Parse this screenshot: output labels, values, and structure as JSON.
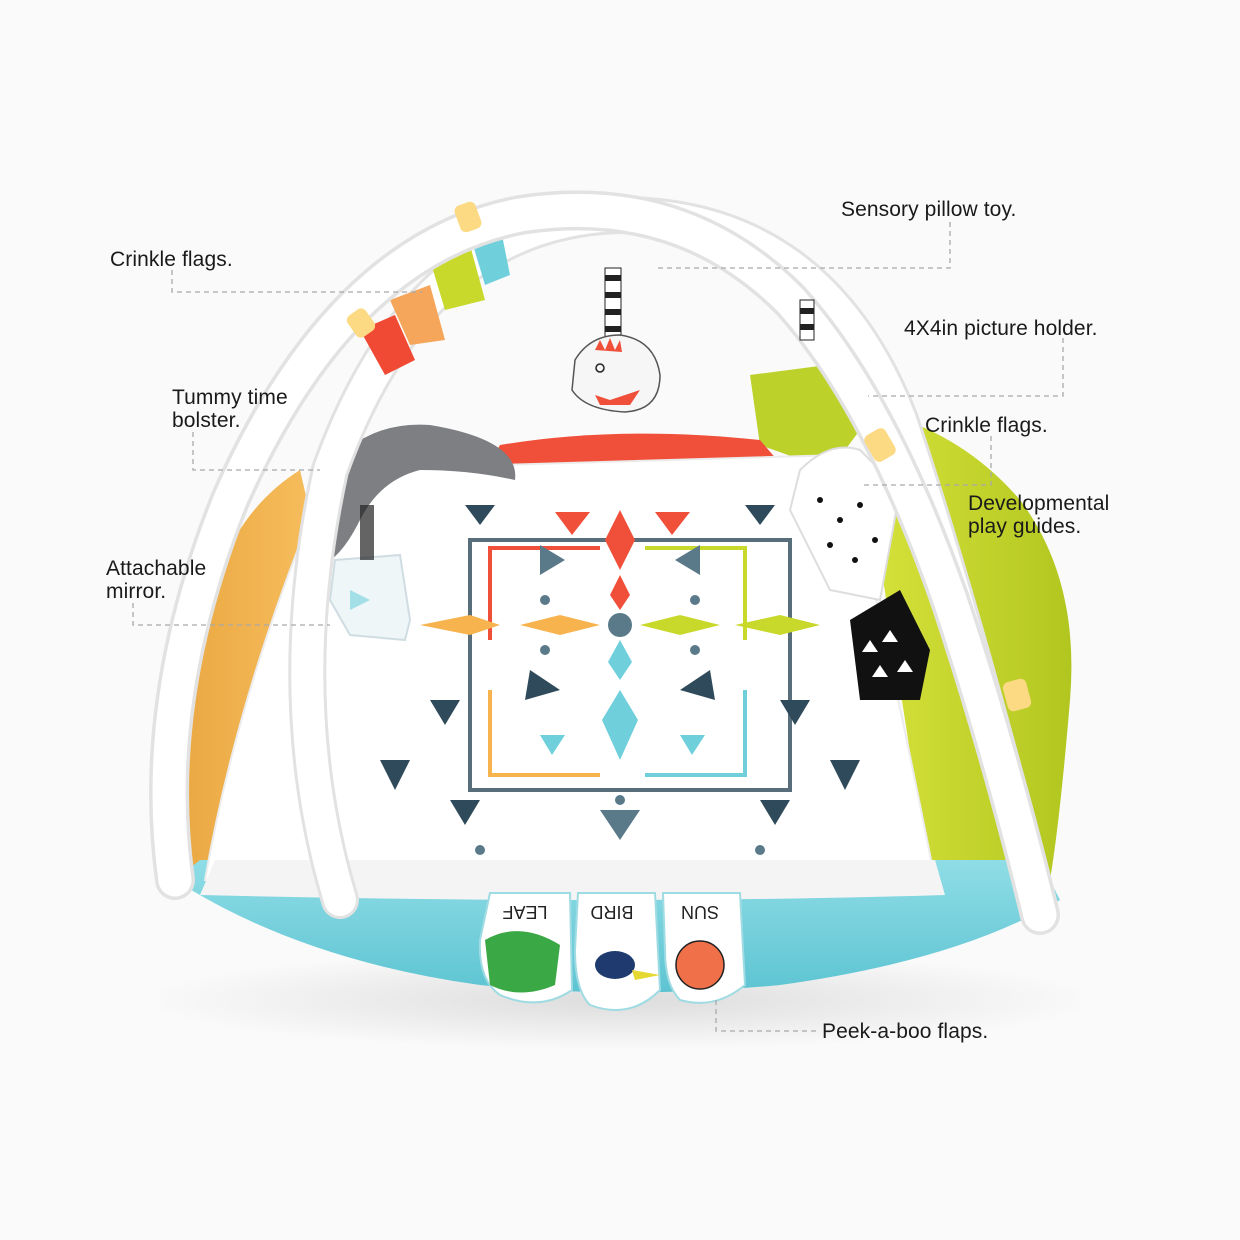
{
  "product": {
    "name": "play-gym-activity-mat",
    "colors": {
      "background": "#fafafa",
      "arch": "#ffffff",
      "clip": "#fcd983",
      "red": "#f0503a",
      "orange": "#f6b34e",
      "lime": "#c8d92b",
      "aqua": "#6fd0dc",
      "navy": "#2f4a5a",
      "gray_bolster": "#7d7f82",
      "callout_line": "#a9a9a9",
      "text": "#1a1a1a"
    }
  },
  "callouts": [
    {
      "id": "crinkle-flags-left",
      "lines": [
        "Crinkle flags."
      ]
    },
    {
      "id": "sensory-pillow-toy",
      "lines": [
        "Sensory pillow toy."
      ]
    },
    {
      "id": "picture-holder",
      "lines": [
        "4X4in picture holder."
      ]
    },
    {
      "id": "tummy-time-bolster",
      "lines": [
        "Tummy time",
        "bolster."
      ]
    },
    {
      "id": "crinkle-flags-right",
      "lines": [
        "Crinkle flags."
      ]
    },
    {
      "id": "developmental-play-guides",
      "lines": [
        "Developmental",
        "play guides."
      ]
    },
    {
      "id": "attachable-mirror",
      "lines": [
        "Attachable",
        "mirror."
      ]
    },
    {
      "id": "peek-a-boo-flaps",
      "lines": [
        "Peek-a-boo flaps."
      ]
    }
  ],
  "flaps": [
    {
      "word": "LEAF",
      "color": "#3aa845"
    },
    {
      "word": "BIRD",
      "color": "#1e3a6e"
    },
    {
      "word": "SUN",
      "color": "#f0704a"
    }
  ]
}
